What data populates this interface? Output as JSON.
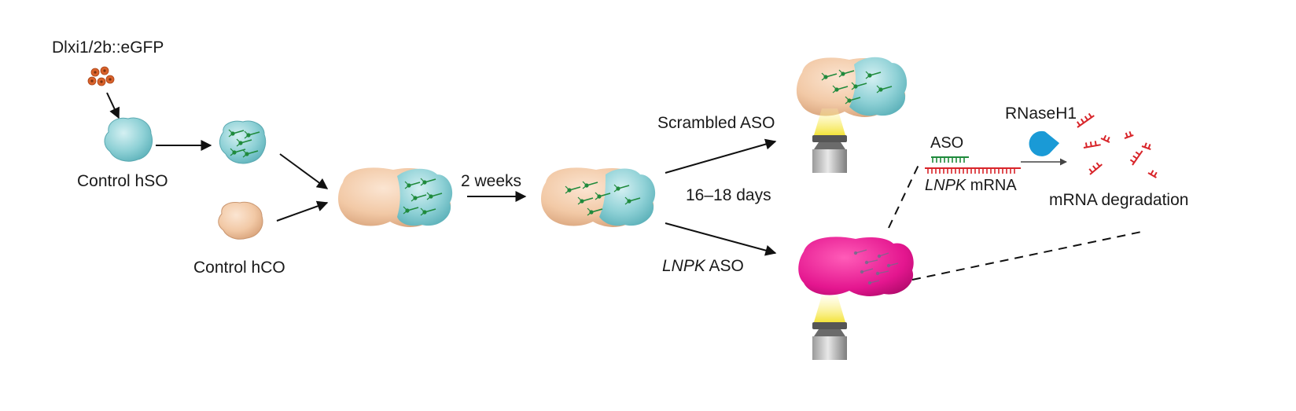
{
  "labels": {
    "virus": "Dlxi1/2b::eGFP",
    "hso": "Control hSO",
    "hco": "Control hCO",
    "duration_1": "2 weeks",
    "scrambled": "Scrambled ASO",
    "duration_2": "16–18 days",
    "lnpk_gene": "LNPK",
    "lnpk_suffix": " ASO",
    "aso": "ASO",
    "mrna_gene": "LNPK",
    "mrna_suffix": " mRNA",
    "rnase": "RNaseH1",
    "degradation": "mRNA degradation"
  },
  "colors": {
    "hso": "#8fd1d6",
    "hco": "#f2c9a6",
    "neuron": "#1f8a3c",
    "magenta": "#e4168f",
    "light": "#f3e33a",
    "rnase": "#1a9ad6",
    "mrna": "#d8252a",
    "aso": "#1f8a3c",
    "virus": "#d9622b",
    "arrow": "#111111"
  }
}
